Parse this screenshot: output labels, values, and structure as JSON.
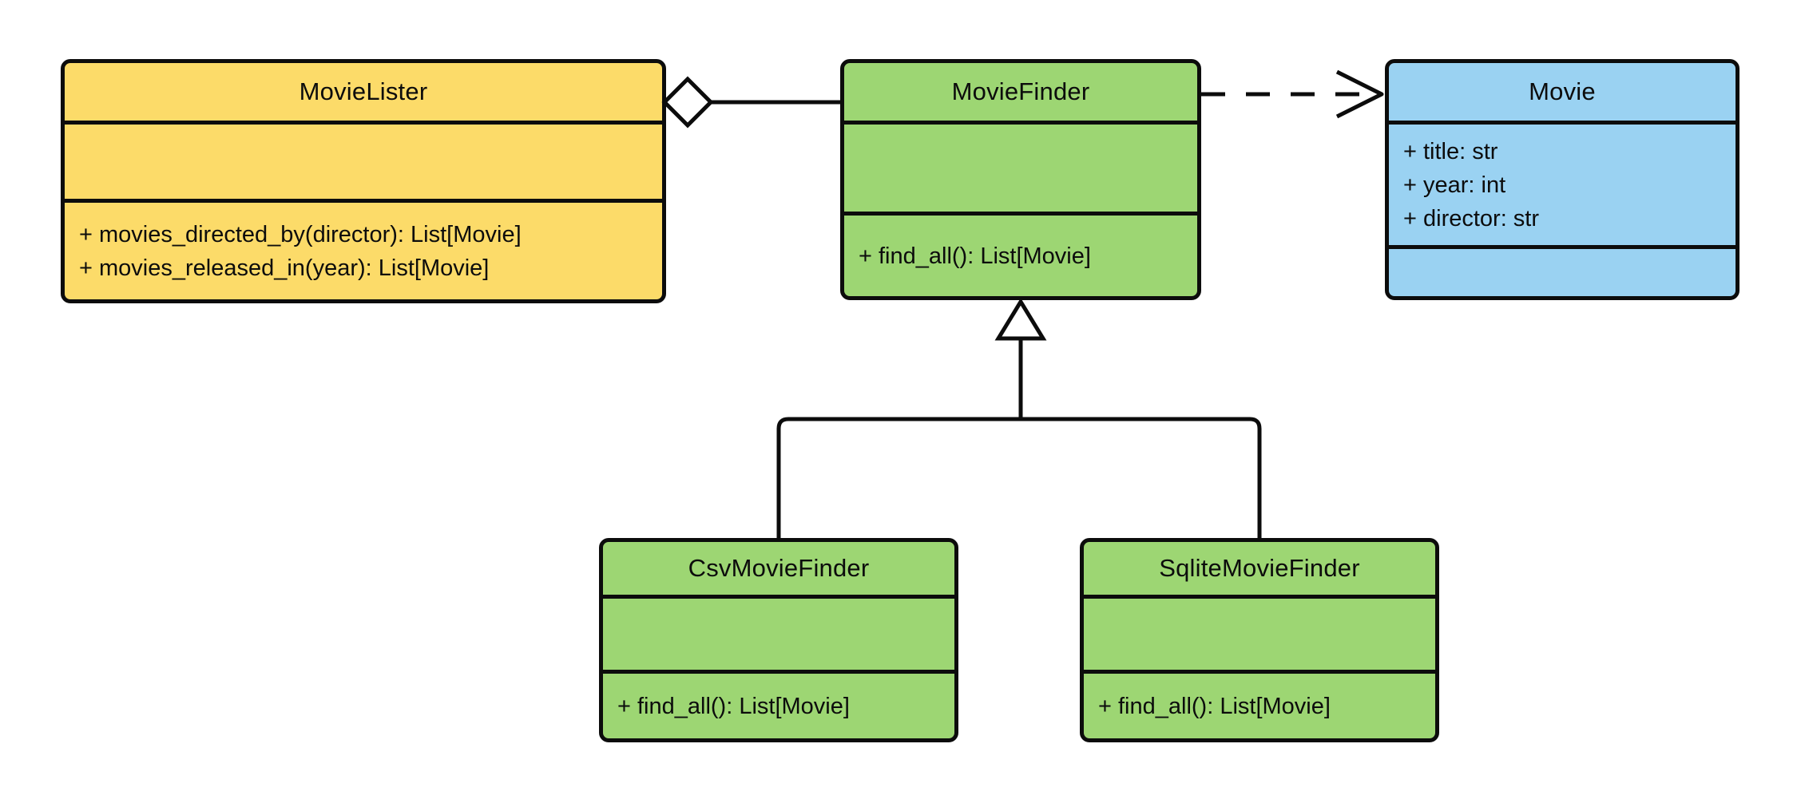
{
  "diagram": {
    "kind": "uml-class-diagram",
    "background_color": "#ffffff",
    "line_color": "#0c0c0c",
    "classes": [
      {
        "name": "MovieLister",
        "fill_color": "#FCDB69",
        "attributes": [],
        "methods": [
          "+ movies_directed_by(director): List[Movie]",
          "+ movies_released_in(year): List[Movie]"
        ]
      },
      {
        "name": "MovieFinder",
        "fill_color": "#9DD673",
        "attributes": [],
        "methods": [
          "+ find_all(): List[Movie]"
        ]
      },
      {
        "name": "Movie",
        "fill_color": "#9AD2F2",
        "attributes": [
          "+ title: str",
          "+ year: int",
          "+ director: str"
        ],
        "methods": []
      },
      {
        "name": "CsvMovieFinder",
        "fill_color": "#9DD673",
        "attributes": [],
        "methods": [
          "+ find_all(): List[Movie]"
        ]
      },
      {
        "name": "SqliteMovieFinder",
        "fill_color": "#9DD673",
        "attributes": [],
        "methods": [
          "+ find_all(): List[Movie]"
        ]
      }
    ],
    "relationships": [
      {
        "type": "aggregation",
        "from": "MovieLister",
        "to": "MovieFinder"
      },
      {
        "type": "dependency",
        "from": "MovieFinder",
        "to": "Movie"
      },
      {
        "type": "inheritance",
        "from": "CsvMovieFinder",
        "to": "MovieFinder"
      },
      {
        "type": "inheritance",
        "from": "SqliteMovieFinder",
        "to": "MovieFinder"
      }
    ]
  }
}
